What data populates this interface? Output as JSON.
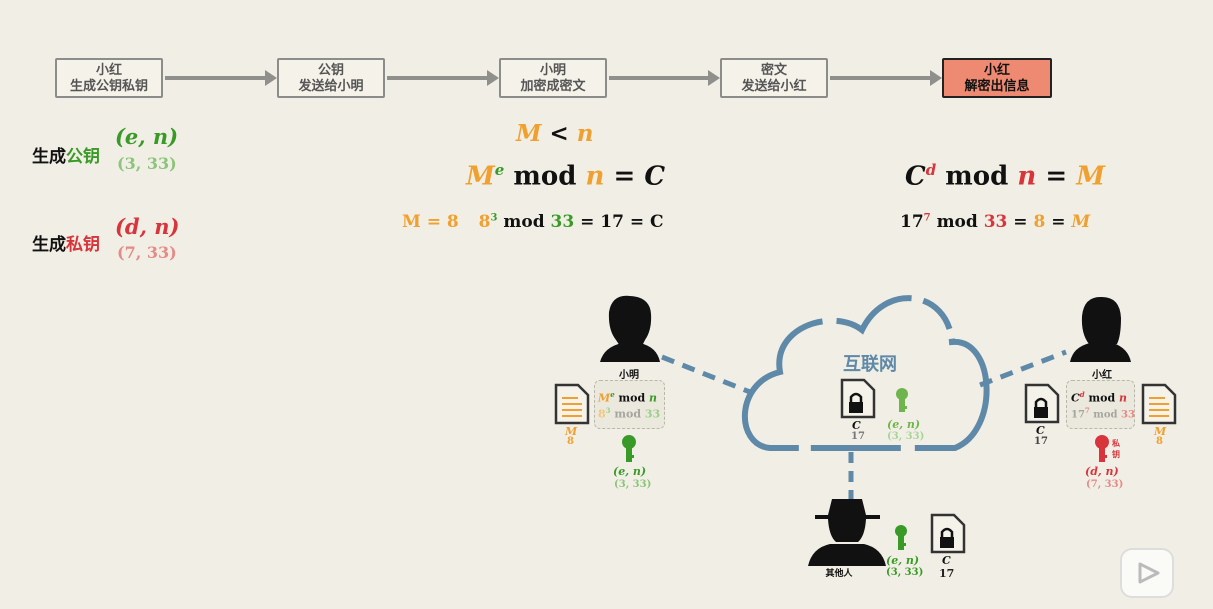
{
  "steps": [
    {
      "line1": "小红",
      "line2": "生成公钥私钥"
    },
    {
      "line1": "公钥",
      "line2": "发送给小明"
    },
    {
      "line1": "小明",
      "line2": "加密成密文"
    },
    {
      "line1": "密文",
      "line2": "发送给小红"
    },
    {
      "line1": "小红",
      "line2": "解密出信息"
    }
  ],
  "keys": {
    "gen_prefix": "生成",
    "public_word": "公钥",
    "private_word": "私钥",
    "public_symbol": "(e, n)",
    "public_value": "(3, 33)",
    "private_symbol": "(d, n)",
    "private_value": "(7, 33)"
  },
  "encrypt": {
    "condition_m": "M",
    "condition_lt": "<",
    "condition_n": "n",
    "formula_m": "M",
    "formula_e": "e",
    "formula_mod": "mod",
    "formula_n": "n",
    "formula_eq": "=",
    "formula_c": "C",
    "example_m": "M = 8",
    "example_base": "8",
    "example_exp": "3",
    "example_mod": "mod",
    "example_n": "33",
    "example_rest": "= 17 = C"
  },
  "decrypt": {
    "formula_c": "C",
    "formula_d": "d",
    "formula_mod": "mod",
    "formula_n": "n",
    "formula_eq": "=",
    "formula_m": "M",
    "example_base": "17",
    "example_exp": "7",
    "example_mod": "mod",
    "example_n": "33",
    "example_eq1": "=",
    "example_8": "8",
    "example_eq2": "=",
    "example_m": "M"
  },
  "network": {
    "internet_label": "互联网",
    "xiaoming": "小明",
    "xiaohong": "小红",
    "eavesdropper": "其他人",
    "doc_m": "M",
    "doc_8": "8",
    "cipher_c": "C",
    "cipher_17": "17",
    "pub_sym": "(e, n)",
    "pub_val": "(3, 33)",
    "priv_sym": "(d, n)",
    "priv_val": "(7, 33)",
    "xm_box_top_m": "M",
    "xm_box_top_e": "e",
    "xm_box_top_mod": "mod",
    "xm_box_top_n": "n",
    "xm_box_bot_8": "8",
    "xm_box_bot_3": "3",
    "xm_box_bot_mod": "mod",
    "xm_box_bot_33": "33",
    "xh_box_top_c": "C",
    "xh_box_top_d": "d",
    "xh_box_top_mod": "mod",
    "xh_box_top_n": "n",
    "xh_box_bot_17": "17",
    "xh_box_bot_7": "7",
    "xh_box_bot_mod": "mod",
    "xh_box_bot_33": "33",
    "priv_tag_1": "私",
    "priv_tag_2": "钥"
  },
  "colors": {
    "active_step": "#ee8a72",
    "message": "#f0a030",
    "public": "#3a9a28",
    "private": "#d8343c",
    "cloud": "#5f89a8"
  }
}
